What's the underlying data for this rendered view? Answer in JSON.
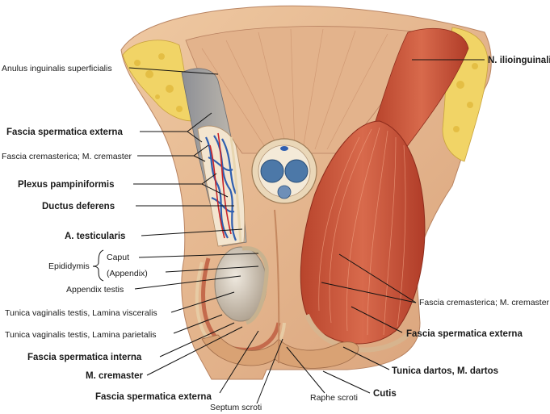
{
  "labels": {
    "anulus": "Anulus inguinalis superficialis",
    "n_ilioinguinalis": "N. ilioinguinalis",
    "fascia_ext_left": "Fascia spermatica externa",
    "fascia_crem_left": "Fascia cremasterica; M. cremaster",
    "plexus": "Plexus pampiniformis",
    "ductus": "Ductus deferens",
    "a_testicularis": "A. testicularis",
    "epididymis": "Epididymis",
    "caput": "Caput",
    "appendix_paren": "(Appendix)",
    "appendix_testis": "Appendix testis",
    "tunica_visc": "Tunica vaginalis testis, Lamina visceralis",
    "tunica_pariet": "Tunica vaginalis testis, Lamina parietalis",
    "fascia_int": "Fascia spermatica interna",
    "m_cremaster": "M. cremaster",
    "fascia_ext_bottom": "Fascia spermatica externa",
    "septum": "Septum scroti",
    "raphe": "Raphe scroti",
    "fascia_crem_right": "Fascia cremasterica; M. cremaster",
    "fascia_ext_right": "Fascia spermatica externa",
    "tunica_dartos": "Tunica dartos, M. dartos",
    "cutis": "Cutis"
  },
  "colors": {
    "skin": "#e8b98f",
    "fat": "#f0d060",
    "muscle": "#c8543a",
    "vein": "#2f5fb0",
    "artery": "#c8242a",
    "fascia": "#e9cfa8",
    "testis": "#d8cfc0"
  }
}
